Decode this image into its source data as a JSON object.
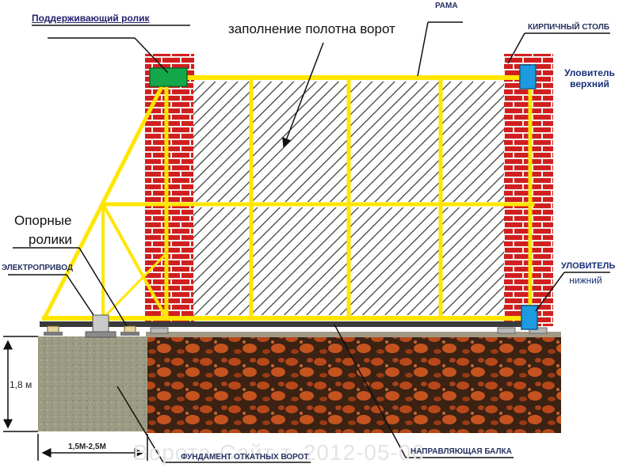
{
  "labels": {
    "support_roller": "Поддерживающий ролик",
    "infill": "заполнение полотна ворот",
    "frame": "РАМА",
    "brick_pillar": "КИРПИЧНЫЙ СТОЛБ",
    "upper_catcher": [
      "Уловитель",
      "верхний"
    ],
    "support_rollers": [
      "Опорные",
      "ролики"
    ],
    "electric_drive": "ЭЛЕКТРОПРИВОД",
    "lower_catcher": [
      "УЛОВИТЕЛЬ",
      "нижний"
    ],
    "height_dim": "1,8 м",
    "width_dim": "1,5М-2,5М",
    "foundation": "ФУНДАМЕНТ ОТКАТНЫХ ВОРОТ",
    "guide_beam": "НАПРАВЛЯЮЩАЯ БАЛКА",
    "watermark": "Ворота-Сайт т. 2012-05-06"
  },
  "colors": {
    "brick": "#d11f1f",
    "mortar": "#f4f0ec",
    "frame": "#ffe600",
    "frame_edge": "#c9a600",
    "catcher": "#1e9be0",
    "support_roller_box": "#15a84a",
    "foundation_concrete": "#9c9c84",
    "ground_dark": "#3b2213",
    "ground_rust": "#b8481a",
    "beam": "#3a3a3a",
    "hatch": "#333333",
    "leader": "#111111"
  },
  "icons": {
    "catcher": "catcher-block-icon",
    "roller": "roller-icon",
    "drive": "electric-drive-icon",
    "support_roller": "support-roller-block-icon"
  }
}
